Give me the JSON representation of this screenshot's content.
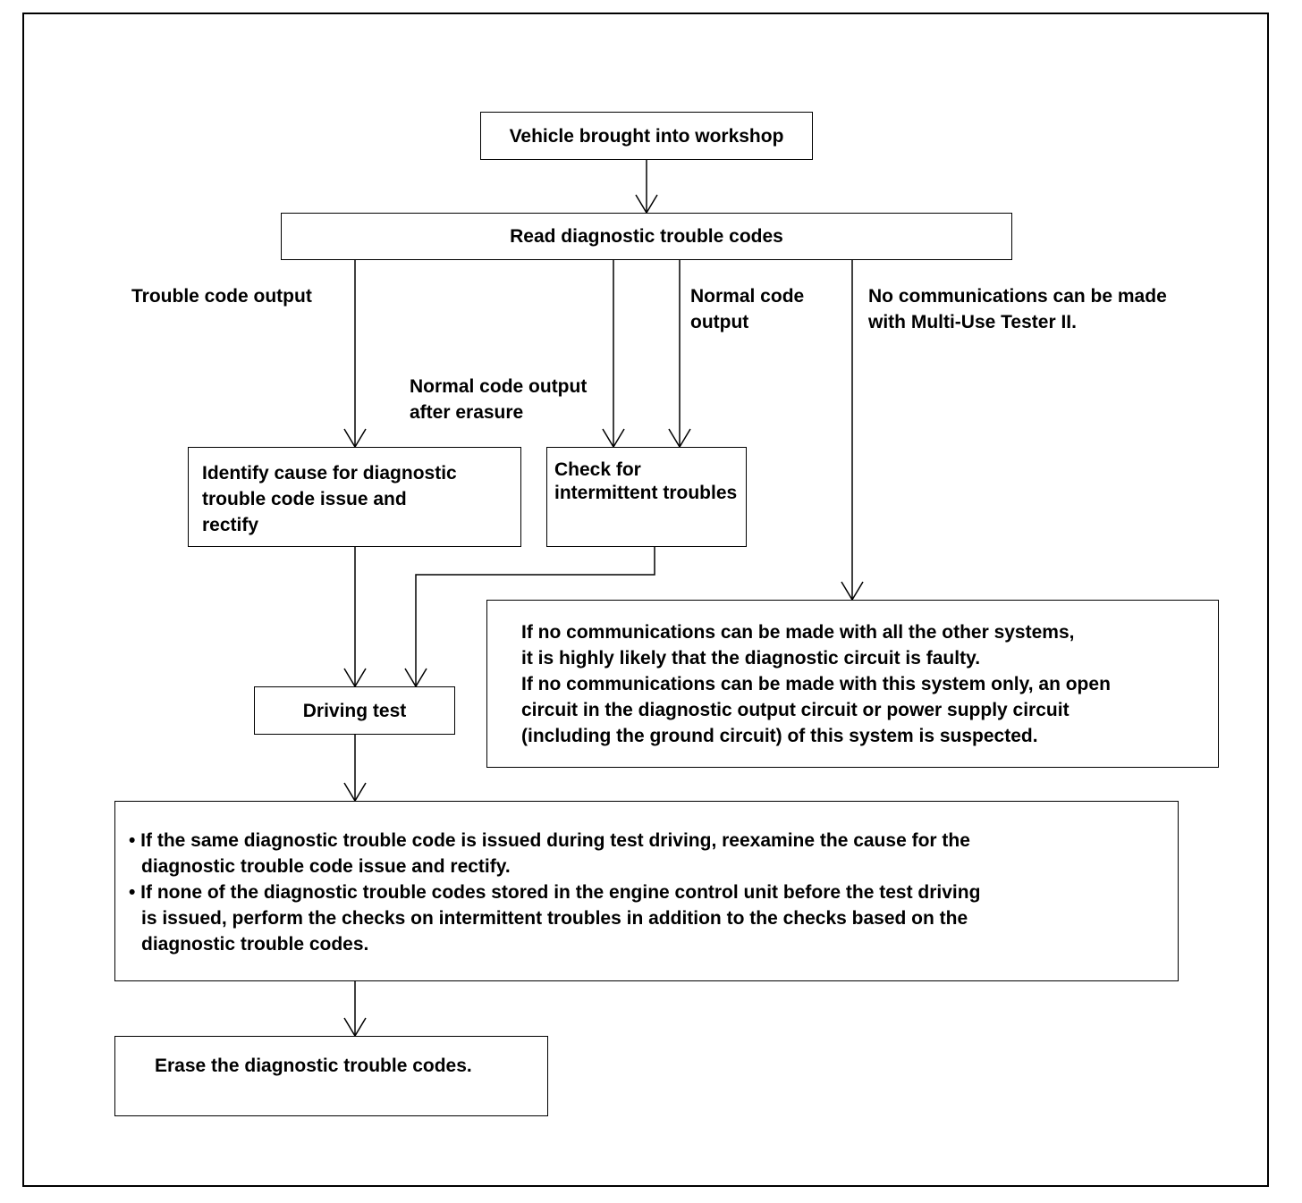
{
  "nodes": {
    "vehicle": "Vehicle brought into workshop",
    "read_codes": "Read diagnostic trouble codes",
    "identify": [
      "Identify cause for diagnostic",
      "trouble code issue and",
      "rectify"
    ],
    "check_intermittent": [
      "Check for",
      "intermittent troubles"
    ],
    "no_comm_note": [
      "If no communications can be made with all the other systems,",
      "it is highly likely that the diagnostic circuit is faulty.",
      "If no communications can be made with this system only, an open",
      "circuit in the diagnostic output circuit or power supply circuit",
      "(including the ground circuit) of this system is suspected."
    ],
    "driving_test": "Driving test",
    "retest_note": [
      "• If the same diagnostic trouble code is issued during test driving, reexamine the cause for the",
      "diagnostic trouble code issue and rectify.",
      "• If none of the diagnostic trouble codes stored in the engine control unit before the test driving",
      "is issued, perform the checks on intermittent troubles in addition to the checks based on the",
      "diagnostic trouble codes."
    ],
    "erase": "Erase the diagnostic trouble codes."
  },
  "labels": {
    "trouble_code_output": "Trouble code output",
    "normal_after_erasure": [
      "Normal code output",
      "after erasure"
    ],
    "normal_code_output": [
      "Normal code",
      "output"
    ],
    "no_comm": [
      "No communications can be made",
      "with Multi-Use Tester II."
    ]
  }
}
